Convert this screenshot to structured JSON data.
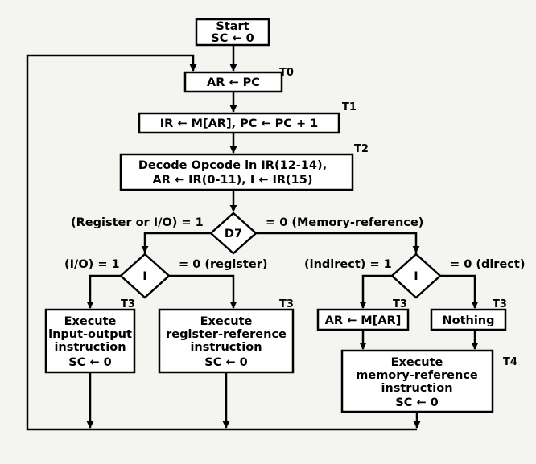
{
  "start": {
    "line1": "Start",
    "line2": "SC ← 0"
  },
  "t0_box": "AR  ←  PC",
  "t1_box": "IR  ←  M[AR],  PC ← PC + 1",
  "t2_box": {
    "line1": "Decode Opcode in IR(12-14),",
    "line2": "AR  ← IR(0-11),    I ← IR(15)"
  },
  "timing": {
    "t0": "T0",
    "t1": "T1",
    "t2": "T2",
    "t3": "T3",
    "t4": "T4"
  },
  "d7": {
    "label": "D7",
    "left_branch": "(Register or I/O) = 1",
    "right_branch": "= 0 (Memory-reference)"
  },
  "left_i": {
    "label": "I",
    "left_branch": "(I/O) = 1",
    "right_branch": "= 0 (register)"
  },
  "right_i": {
    "label": "I",
    "left_branch": "(indirect) = 1",
    "right_branch": "= 0 (direct)"
  },
  "io_box": {
    "line1": "Execute",
    "line2": "input-output",
    "line3": "instruction",
    "line4": "SC  ←  0"
  },
  "reg_box": {
    "line1": "Execute",
    "line2": "register-reference",
    "line3": "instruction",
    "line4": "SC  ←  0"
  },
  "indirect_box": "AR ← M[AR]",
  "nothing_box": "Nothing",
  "mem_box": {
    "line1": "Execute",
    "line2": "memory-reference",
    "line3": "instruction",
    "line4": "SC  ←  0"
  }
}
